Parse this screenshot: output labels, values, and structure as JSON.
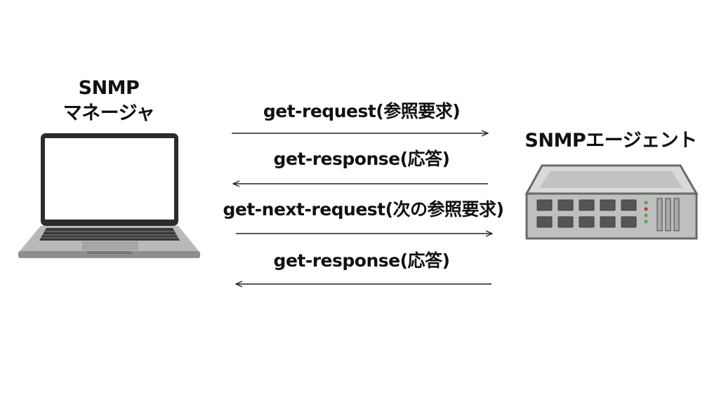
{
  "manager": {
    "title_line1": "SNMP",
    "title_line2": "マネージャ",
    "icon": "laptop-icon"
  },
  "agent": {
    "title": "SNMPエージェント",
    "icon": "network-switch-icon"
  },
  "messages": [
    {
      "label": "get-request(参照要求)",
      "direction": "manager-to-agent"
    },
    {
      "label": "get-response(応答)",
      "direction": "agent-to-manager"
    },
    {
      "label": "get-next-request(次の参照要求)",
      "direction": "manager-to-agent"
    },
    {
      "label": "get-response(応答)",
      "direction": "agent-to-manager"
    }
  ]
}
